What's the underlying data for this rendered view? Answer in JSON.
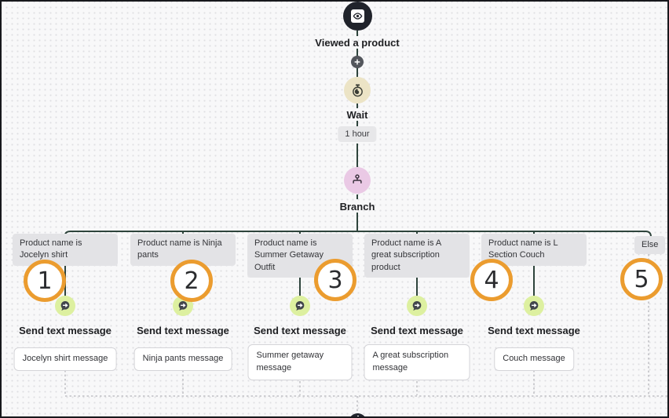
{
  "flow": {
    "trigger": {
      "label": "Viewed a product",
      "icon": "eye-icon"
    },
    "wait": {
      "label": "Wait",
      "duration": "1 hour",
      "icon": "stopwatch-icon"
    },
    "branch": {
      "label": "Branch",
      "icon": "split-icon"
    },
    "branches": [
      {
        "condition": "Product name is Jocelyn shirt",
        "action_label": "Send text message",
        "message_name": "Jocelyn shirt message"
      },
      {
        "condition": "Product name is Ninja pants",
        "action_label": "Send text message",
        "message_name": "Ninja pants message"
      },
      {
        "condition": "Product name is Summer Getaway Outfit",
        "action_label": "Send text message",
        "message_name": "Summer getaway message"
      },
      {
        "condition": "Product name is A great subscription product",
        "action_label": "Send text message",
        "message_name": "A great subscription message"
      },
      {
        "condition": "Product name is L Section Couch",
        "action_label": "Send text message",
        "message_name": "Couch message"
      },
      {
        "condition": "Else"
      }
    ]
  },
  "annotations": {
    "numbers": [
      "1",
      "2",
      "3",
      "4",
      "5"
    ]
  },
  "colors": {
    "annotation_orange": "#eb9c2f",
    "trigger_dark": "#20232b",
    "wait_tan": "#ece4c6",
    "branch_pink": "#eac9e5",
    "message_green": "#ddf0a0",
    "connector_dark": "#2e443c",
    "connector_dashed": "#c8c8cc",
    "condition_gray": "#e3e3e6"
  }
}
